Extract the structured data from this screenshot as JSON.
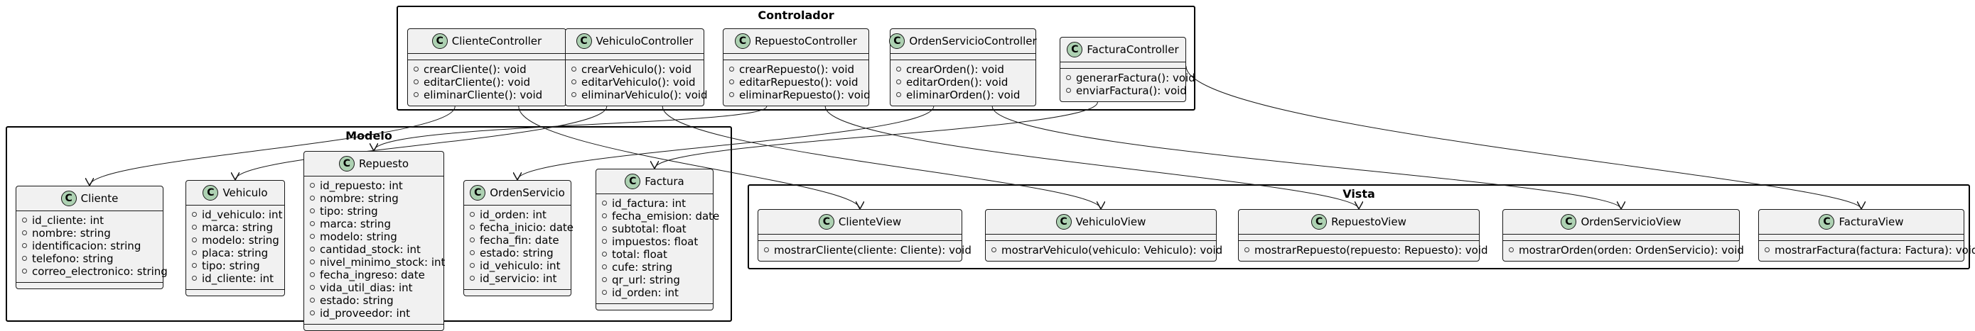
{
  "packages": {
    "controlador": "Controlador",
    "modelo": "Modelo",
    "vista": "Vista"
  },
  "badge": "C",
  "controllers": [
    {
      "name": "ClienteController",
      "methods": [
        "crearCliente(): void",
        "editarCliente(): void",
        "eliminarCliente(): void"
      ]
    },
    {
      "name": "VehiculoController",
      "methods": [
        "crearVehiculo(): void",
        "editarVehiculo(): void",
        "eliminarVehiculo(): void"
      ]
    },
    {
      "name": "RepuestoController",
      "methods": [
        "crearRepuesto(): void",
        "editarRepuesto(): void",
        "eliminarRepuesto(): void"
      ]
    },
    {
      "name": "OrdenServicioController",
      "methods": [
        "crearOrden(): void",
        "editarOrden(): void",
        "eliminarOrden(): void"
      ]
    },
    {
      "name": "FacturaController",
      "methods": [
        "generarFactura(): void",
        "enviarFactura(): void"
      ]
    }
  ],
  "models": [
    {
      "name": "Cliente",
      "fields": [
        "id_cliente: int",
        "nombre: string",
        "identificacion: string",
        "telefono: string",
        "correo_electronico: string"
      ]
    },
    {
      "name": "Vehiculo",
      "fields": [
        "id_vehiculo: int",
        "marca: string",
        "modelo: string",
        "placa: string",
        "tipo: string",
        "id_cliente: int"
      ]
    },
    {
      "name": "Repuesto",
      "fields": [
        "id_repuesto: int",
        "nombre: string",
        "tipo: string",
        "marca: string",
        "modelo: string",
        "cantidad_stock: int",
        "nivel_minimo_stock: int",
        "fecha_ingreso: date",
        "vida_util_dias: int",
        "estado: string",
        "id_proveedor: int"
      ]
    },
    {
      "name": "OrdenServicio",
      "fields": [
        "id_orden: int",
        "fecha_inicio: date",
        "fecha_fin: date",
        "estado: string",
        "id_vehiculo: int",
        "id_servicio: int"
      ]
    },
    {
      "name": "Factura",
      "fields": [
        "id_factura: int",
        "fecha_emision: date",
        "subtotal: float",
        "impuestos: float",
        "total: float",
        "cufe: string",
        "qr_url: string",
        "id_orden: int"
      ]
    }
  ],
  "views": [
    {
      "name": "ClienteView",
      "methods": [
        "mostrarCliente(cliente: Cliente): void"
      ]
    },
    {
      "name": "VehiculoView",
      "methods": [
        "mostrarVehiculo(vehiculo: Vehiculo): void"
      ]
    },
    {
      "name": "RepuestoView",
      "methods": [
        "mostrarRepuesto(repuesto: Repuesto): void"
      ]
    },
    {
      "name": "OrdenServicioView",
      "methods": [
        "mostrarOrden(orden: OrdenServicio): void"
      ]
    },
    {
      "name": "FacturaView",
      "methods": [
        "mostrarFactura(factura: Factura): void"
      ]
    }
  ],
  "relations": [
    {
      "from": "ClienteController",
      "to": "Cliente"
    },
    {
      "from": "ClienteController",
      "to": "ClienteView"
    },
    {
      "from": "VehiculoController",
      "to": "Vehiculo"
    },
    {
      "from": "VehiculoController",
      "to": "VehiculoView"
    },
    {
      "from": "RepuestoController",
      "to": "Repuesto"
    },
    {
      "from": "RepuestoController",
      "to": "RepuestoView"
    },
    {
      "from": "OrdenServicioController",
      "to": "OrdenServicio"
    },
    {
      "from": "OrdenServicioController",
      "to": "OrdenServicioView"
    },
    {
      "from": "FacturaController",
      "to": "Factura"
    },
    {
      "from": "FacturaController",
      "to": "FacturaView"
    }
  ]
}
